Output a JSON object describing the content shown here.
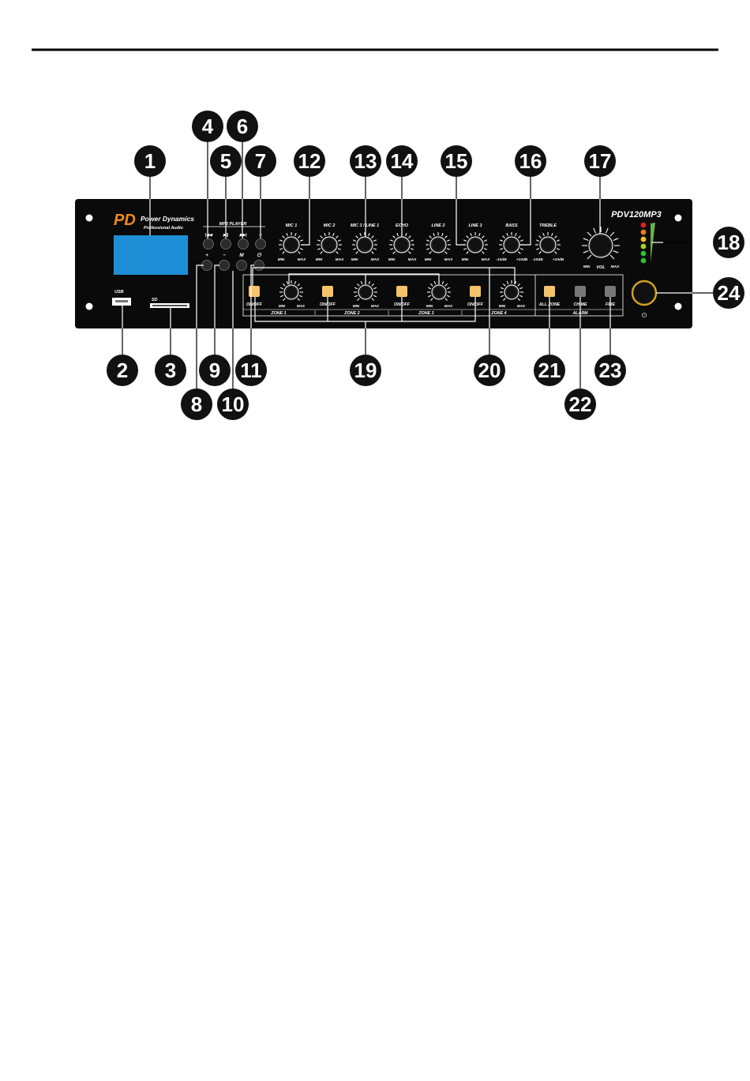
{
  "brand": {
    "logo_mark": "PD",
    "name": "Power Dynamics",
    "tagline": "Professional Audio",
    "model": "PDV120MP3",
    "accent": "#f08a1c"
  },
  "ports": {
    "usb": "USB",
    "sd": "SD"
  },
  "player": {
    "header": "MP3 PLAYER",
    "top_buttons": [
      "|◀◀",
      "▶||",
      "▶▶|",
      "□"
    ],
    "bottom_buttons": [
      "+",
      "−",
      "M",
      "⏻"
    ]
  },
  "channels": [
    {
      "label": "MIC 1",
      "min": "MIN",
      "max": "MAX"
    },
    {
      "label": "MIC 2",
      "min": "MIN",
      "max": "MAX"
    },
    {
      "label": "MIC 3 / LINE 1",
      "min": "MIN",
      "max": "MAX"
    },
    {
      "label": "ECHO",
      "min": "MIN",
      "max": "MAX"
    },
    {
      "label": "LINE 2",
      "min": "MIN",
      "max": "MAX"
    },
    {
      "label": "LINE 3",
      "min": "MIN",
      "max": "MAX"
    },
    {
      "label": "BASS",
      "min": "-10dB",
      "max": "+10dB"
    },
    {
      "label": "TREBLE",
      "min": "-10dB",
      "max": "+10dB"
    }
  ],
  "volume": {
    "label": "VOL",
    "min": "MIN",
    "max": "MAX"
  },
  "zones": [
    {
      "label": "ZONE 1",
      "button": "ON/OFF",
      "min": "MIN",
      "max": "MAX"
    },
    {
      "label": "ZONE 2",
      "button": "ON/OFF",
      "min": "MIN",
      "max": "MAX"
    },
    {
      "label": "ZONE 3",
      "button": "ON/OFF",
      "min": "MIN",
      "max": "MAX"
    },
    {
      "label": "ZONE 4",
      "button": "ON/OFF",
      "min": "MIN",
      "max": "MAX"
    }
  ],
  "alarm": {
    "label": "ALARM",
    "buttons": [
      "ALL ZONE",
      "CHIME",
      "FIRE"
    ]
  },
  "power_symbol": "⏻",
  "led_colors": [
    "#e02020",
    "#f07a1a",
    "#f0c020",
    "#a8d020",
    "#30c030",
    "#30c030"
  ],
  "colors": {
    "panel": "#0a0a0a",
    "display": "#1e8fd6",
    "zone_button": "#f6c36a",
    "alarm_button": "#777777",
    "power_ring": "#d4a020"
  },
  "callouts": [
    "1",
    "2",
    "3",
    "4",
    "5",
    "6",
    "7",
    "8",
    "9",
    "10",
    "11",
    "12",
    "13",
    "14",
    "15",
    "16",
    "17",
    "18",
    "19",
    "20",
    "21",
    "22",
    "23",
    "24"
  ]
}
